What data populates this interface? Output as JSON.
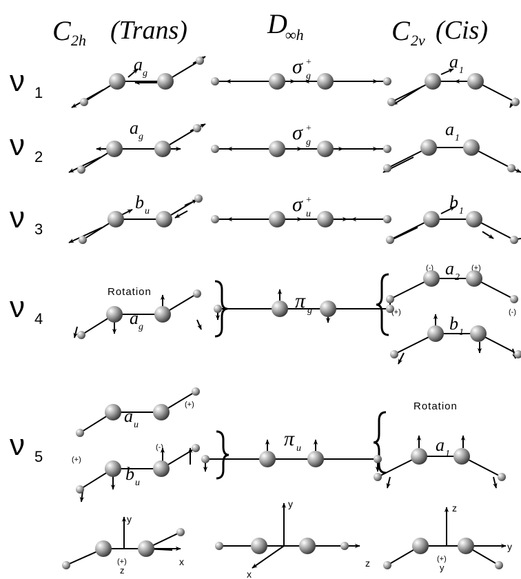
{
  "headers": {
    "trans": {
      "group": "C",
      "sub": "2h",
      "label": "(Trans)"
    },
    "linear": {
      "group": "D",
      "sub": "∞h"
    },
    "cis": {
      "group": "C",
      "sub": "2v",
      "label": "(Cis)"
    }
  },
  "modes": [
    {
      "nu": "ν",
      "index": "1"
    },
    {
      "nu": "ν",
      "index": "2"
    },
    {
      "nu": "ν",
      "index": "3"
    },
    {
      "nu": "ν",
      "index": "4"
    },
    {
      "nu": "ν",
      "index": "5"
    }
  ],
  "trans": {
    "v1": {
      "sym": "a",
      "sub": "g"
    },
    "v2": {
      "sym": "a",
      "sub": "g"
    },
    "v3": {
      "sym": "b",
      "sub": "u"
    },
    "v4": {
      "note": "Rotation",
      "sym": "a",
      "sub": "g"
    },
    "v5a": {
      "sym": "a",
      "sub": "u",
      "signs": [
        "(-)",
        "(-)",
        "(+)",
        "(+)"
      ]
    },
    "v5b": {
      "sym": "b",
      "sub": "u"
    }
  },
  "linear": {
    "v1": {
      "sym": "σ",
      "sub": "g",
      "sup": "+"
    },
    "v2": {
      "sym": "σ",
      "sub": "g",
      "sup": "+"
    },
    "v3": {
      "sym": "σ",
      "sub": "u",
      "sup": "+"
    },
    "v4": {
      "sym": "π",
      "sub": "g"
    },
    "v5": {
      "sym": "π",
      "sub": "u"
    }
  },
  "cis": {
    "v1": {
      "sym": "a",
      "sub": "1"
    },
    "v2": {
      "sym": "a",
      "sub": "1"
    },
    "v3": {
      "sym": "b",
      "sub": "1"
    },
    "v4a": {
      "sym": "a",
      "sub": "2",
      "signs": [
        "(-)",
        "(+)",
        "(+)",
        "(-)"
      ]
    },
    "v4b": {
      "sym": "b",
      "sub": "1"
    },
    "v5": {
      "note": "Rotation",
      "sym": "a",
      "sub": "1"
    }
  },
  "axes": {
    "trans": {
      "up": "y",
      "right": "x",
      "center": "(+)",
      "center2": "z"
    },
    "linear": {
      "up": "y",
      "right": "z",
      "down": "x"
    },
    "cis": {
      "up": "z",
      "right": "y",
      "center": "(+)",
      "center2": "y"
    }
  }
}
